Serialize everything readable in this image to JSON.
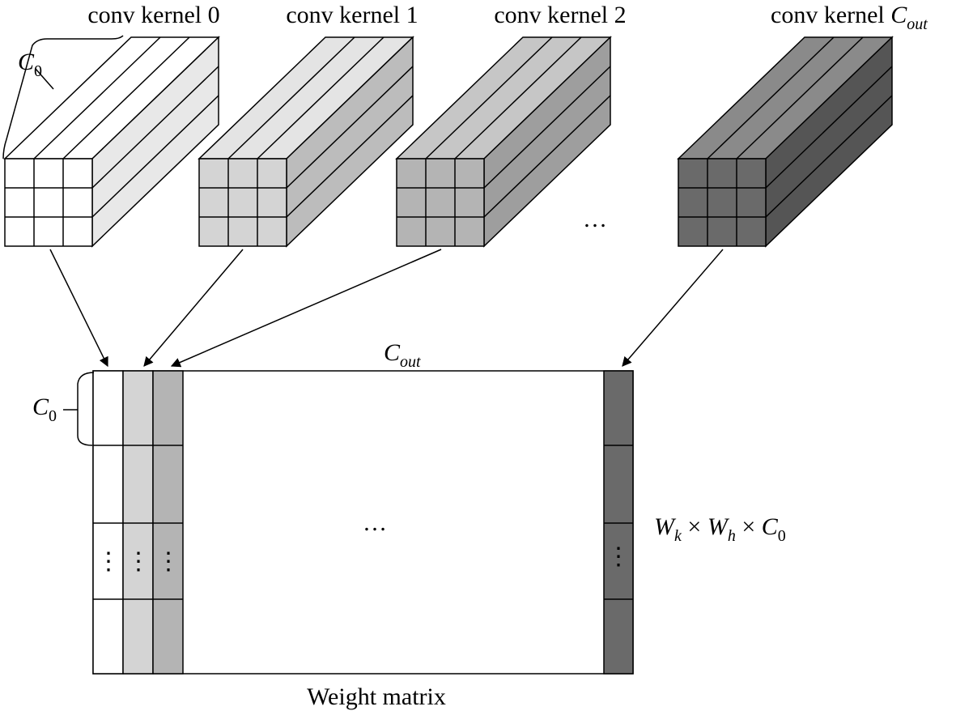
{
  "kernels": [
    {
      "label": "conv kernel 0",
      "fill_front": "#ffffff",
      "fill_top": "#ffffff",
      "fill_side": "#e8e8e8"
    },
    {
      "label": "conv kernel 1",
      "fill_front": "#d4d4d4",
      "fill_top": "#e4e4e4",
      "fill_side": "#bcbcbc"
    },
    {
      "label": "conv kernel 2",
      "fill_front": "#b4b4b4",
      "fill_top": "#c6c6c6",
      "fill_side": "#9e9e9e"
    },
    {
      "label": "conv kernel ",
      "label_var": "C",
      "label_sub": "out",
      "fill_front": "#6a6a6a",
      "fill_top": "#8a8a8a",
      "fill_side": "#555555"
    }
  ],
  "kernel_ellipsis": "…",
  "kernel_channel_label": {
    "var": "C",
    "sub": "0"
  },
  "matrix": {
    "top_label": {
      "var": "C",
      "sub": "out"
    },
    "row_label": {
      "var": "C",
      "sub": "0"
    },
    "center_ellipsis": "…",
    "vertical_ellipsis": "⋮",
    "column_fills": [
      "#ffffff",
      "#d4d4d4",
      "#b4b4b4"
    ],
    "last_column_fill": "#6a6a6a",
    "side_label": {
      "w1": "W",
      "w1_sub": "k",
      "times": " × ",
      "w2": "W",
      "w2_sub": "h",
      "c": "C",
      "c_sub": "0"
    },
    "caption": "Weight matrix"
  }
}
